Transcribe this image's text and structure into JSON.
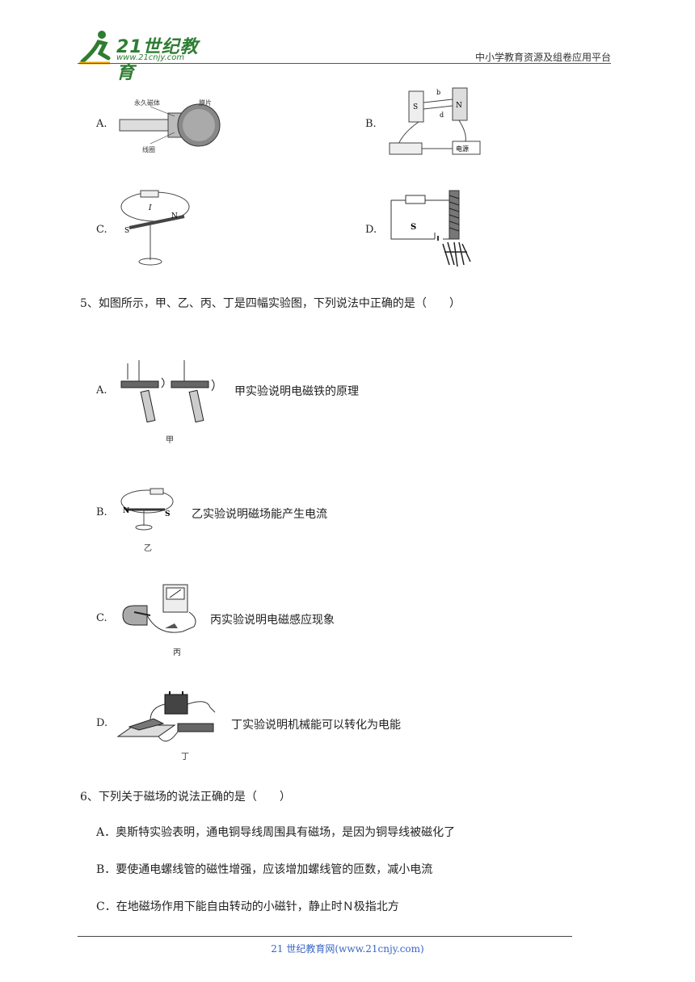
{
  "header": {
    "logo_text": "21世纪教育",
    "logo_url": "www.21cnjy.com",
    "platform": "中小学教育资源及组卷应用平台"
  },
  "q4": {
    "options": {
      "a": "A.",
      "b": "B.",
      "c": "C.",
      "d": "D."
    },
    "fig_a": {
      "label_magnet": "永久磁体",
      "label_membrane": "膜片",
      "label_coil": "线圈"
    },
    "fig_b": {
      "label_s": "S",
      "label_n": "N",
      "label_power": "电源",
      "label_b": "b",
      "label_d": "d"
    },
    "fig_c": {
      "label_s": "S",
      "label_n": "N",
      "label_i": "I"
    },
    "fig_d": {
      "label_s": "S"
    }
  },
  "q5": {
    "question": "5、如图所示，甲、乙、丙、丁是四幅实验图，下列说法中正确的是（　　）",
    "items": [
      {
        "letter": "A.",
        "caption": "甲",
        "statement": "甲实验说明电磁铁的原理"
      },
      {
        "letter": "B.",
        "caption": "乙",
        "statement": "乙实验说明磁场能产生电流",
        "n": "N",
        "s": "S"
      },
      {
        "letter": "C.",
        "caption": "丙",
        "statement": "丙实验说明电磁感应现象"
      },
      {
        "letter": "D.",
        "caption": "丁",
        "statement": "丁实验说明机械能可以转化为电能"
      }
    ]
  },
  "q6": {
    "question": "6、下列关于磁场的说法正确的是（　　）",
    "options": [
      "A．奥斯特实验表明，通电铜导线周围具有磁场，是因为铜导线被磁化了",
      "B．要使通电螺线管的磁性增强，应该增加螺线管的匝数，减小电流",
      "C．在地磁场作用下能自由转动的小磁针，静止时Ｎ极指北方"
    ]
  },
  "footer": {
    "text": "21 世纪教育网(www.21cnjy.com)"
  }
}
